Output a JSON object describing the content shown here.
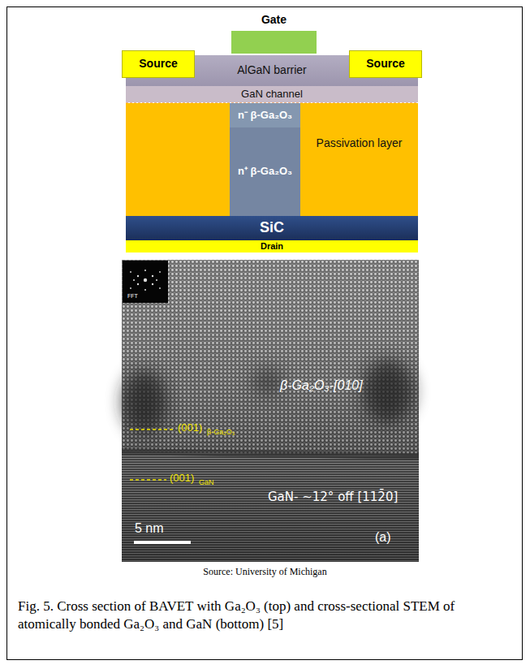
{
  "diagram": {
    "caption": "Fig. 5. Cross section of BAVET with Ga₂O₃ (top) and cross-sectional STEM of atomically bonded Ga₂O₃ and GaN (bottom) [5]",
    "nodes": [
      {
        "text": [
          "Gate"
        ]
      },
      {
        "text": [
          "Source"
        ]
      },
      {
        "text": [
          "AlGaN barrier"
        ]
      },
      {
        "text": [
          "Source"
        ]
      },
      {
        "text": [
          "GaN channel"
        ]
      },
      {
        "text": [
          "n⁻ β-Ga₂O₃"
        ]
      },
      {
        "text": [
          "n⁺ β-Ga₂O₃"
        ]
      },
      {
        "text": [
          "Passivation layer"
        ]
      },
      {
        "text": [
          "SiC"
        ]
      },
      {
        "text": [
          "Drain"
        ]
      }
    ],
    "labels": [
      "FFT",
      "β-Ga₂O₃-[010]",
      "(001)",
      "β-Ga₂O₃",
      "(001)",
      "GaN",
      "GaN- ~12° off [112̄0]",
      "5 nm",
      "(a)",
      "Source: University of Michigan"
    ]
  }
}
